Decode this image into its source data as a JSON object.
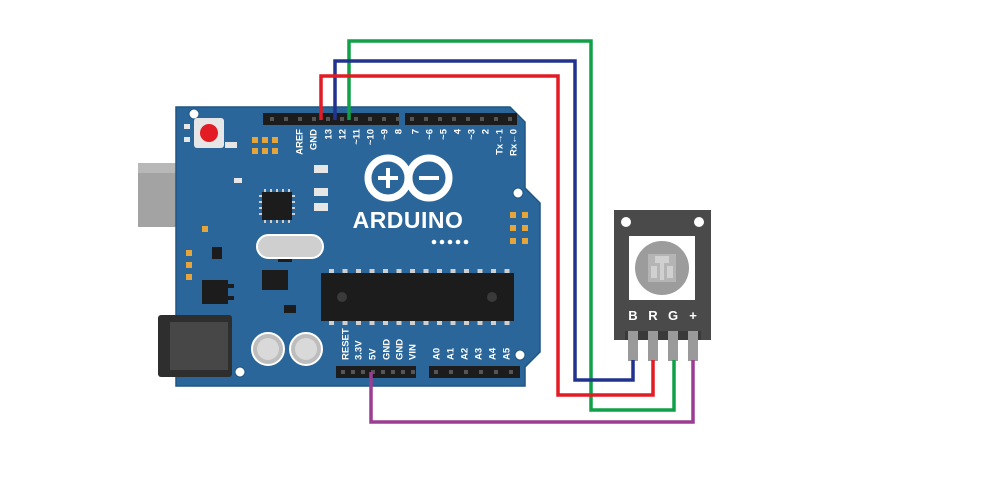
{
  "board": {
    "logo_text": "ARDUINO",
    "top_pins": [
      "AREF",
      "GND",
      "13",
      "12",
      "~11",
      "~10",
      "~9",
      "8",
      "7",
      "~6",
      "~5",
      "4",
      "~3",
      "2",
      "Tx→1",
      "Rx←0"
    ],
    "bottom_pins": [
      "RESET",
      "3.3V",
      "5V",
      "GND",
      "GND",
      "VIN",
      "A0",
      "A1",
      "A2",
      "A3",
      "A4",
      "A5"
    ]
  },
  "module": {
    "pins": [
      "B",
      "R",
      "G",
      "+"
    ]
  },
  "colors": {
    "board": "#2a6699",
    "board_edge": "#1f5584",
    "header": "#1c1c1c",
    "wire_red": "#e21b24",
    "wire_green": "#10a048",
    "wire_blue": "#21338f",
    "wire_purple": "#9b3d92",
    "module": "#4a4a4a",
    "led": "#9c9c9c"
  }
}
